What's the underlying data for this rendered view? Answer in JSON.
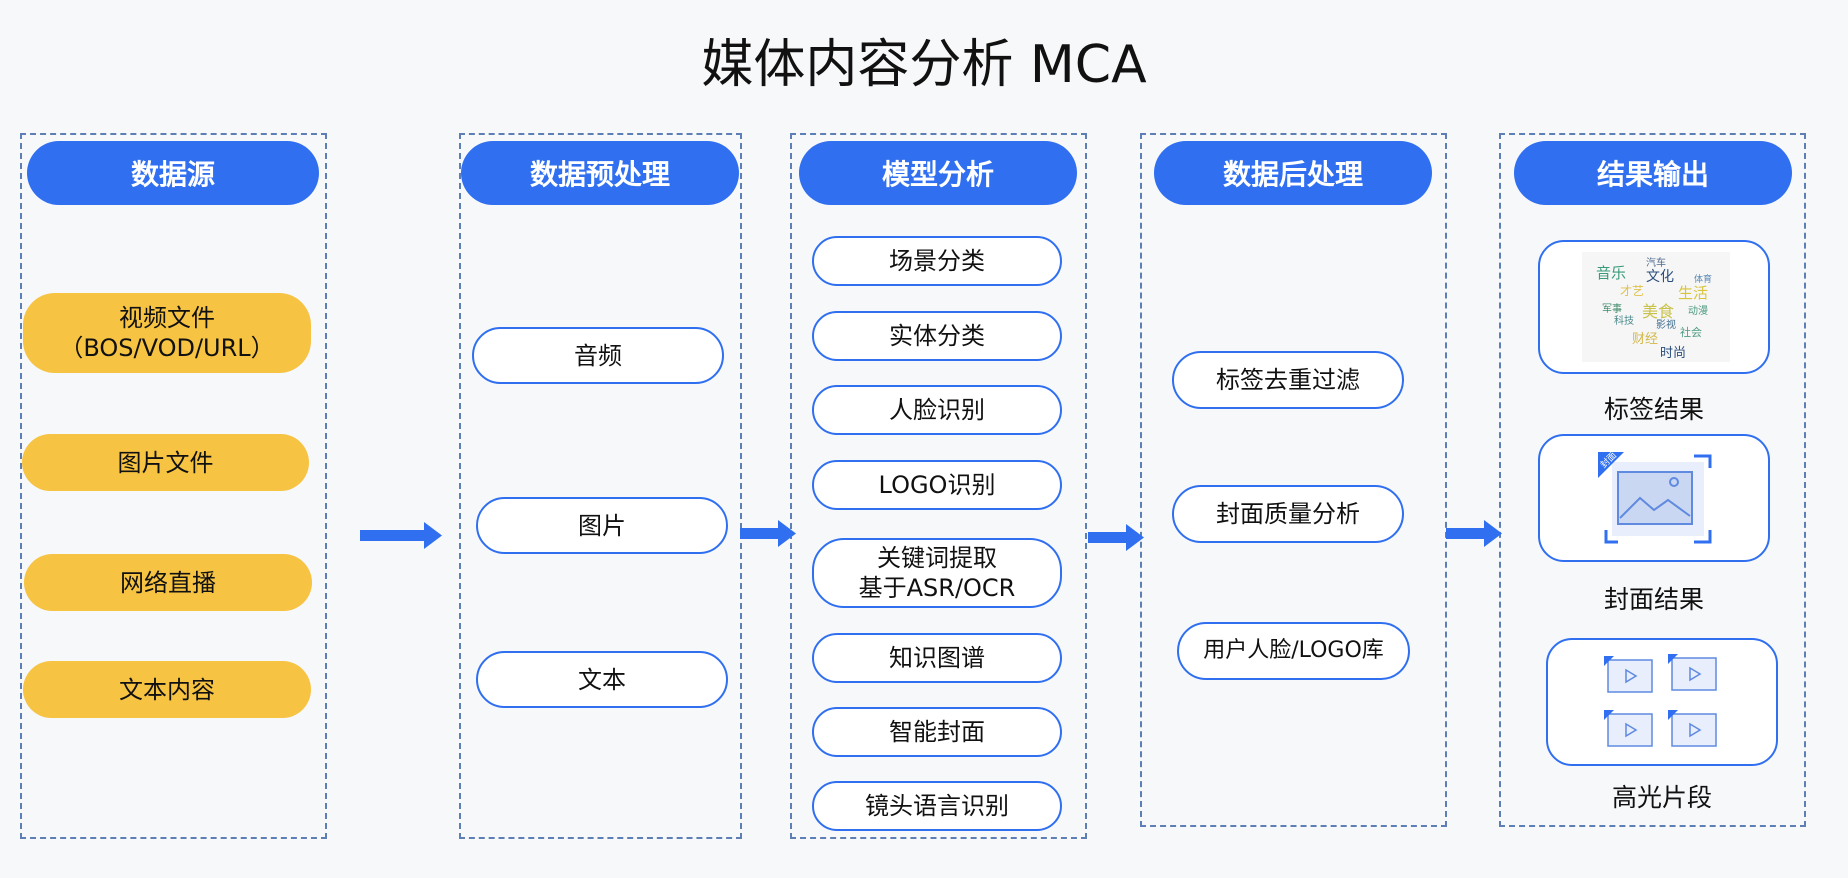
{
  "title": "媒体内容分析 MCA",
  "columns": {
    "source": {
      "header": "数据源",
      "items": [
        "视频文件\n（BOS/VOD/URL）",
        "图片文件",
        "网络直播",
        "文本内容"
      ]
    },
    "preprocess": {
      "header": "数据预处理",
      "items": [
        "音频",
        "图片",
        "文本"
      ]
    },
    "model": {
      "header": "模型分析",
      "items": [
        "场景分类",
        "实体分类",
        "人脸识别",
        "LOGO识别",
        "关键词提取\n基于ASR/OCR",
        "知识图谱",
        "智能封面",
        "镜头语言识别"
      ]
    },
    "postprocess": {
      "header": "数据后处理",
      "items": [
        "标签去重过滤",
        "封面质量分析",
        "用户人脸/LOGO库"
      ]
    },
    "output": {
      "header": "结果输出",
      "items": [
        "标签结果",
        "封面结果",
        "高光片段"
      ],
      "wordcloud": [
        "汽车",
        "音乐",
        "文化",
        "体育",
        "才艺",
        "生活",
        "军事",
        "美食",
        "动漫",
        "科技",
        "影视",
        "社会",
        "财经",
        "时尚"
      ],
      "cover_badge": "封面"
    }
  },
  "colors": {
    "primary": "#2f6ff0",
    "yellow": "#f6c343",
    "dashed_border": "#5d7fb5"
  }
}
